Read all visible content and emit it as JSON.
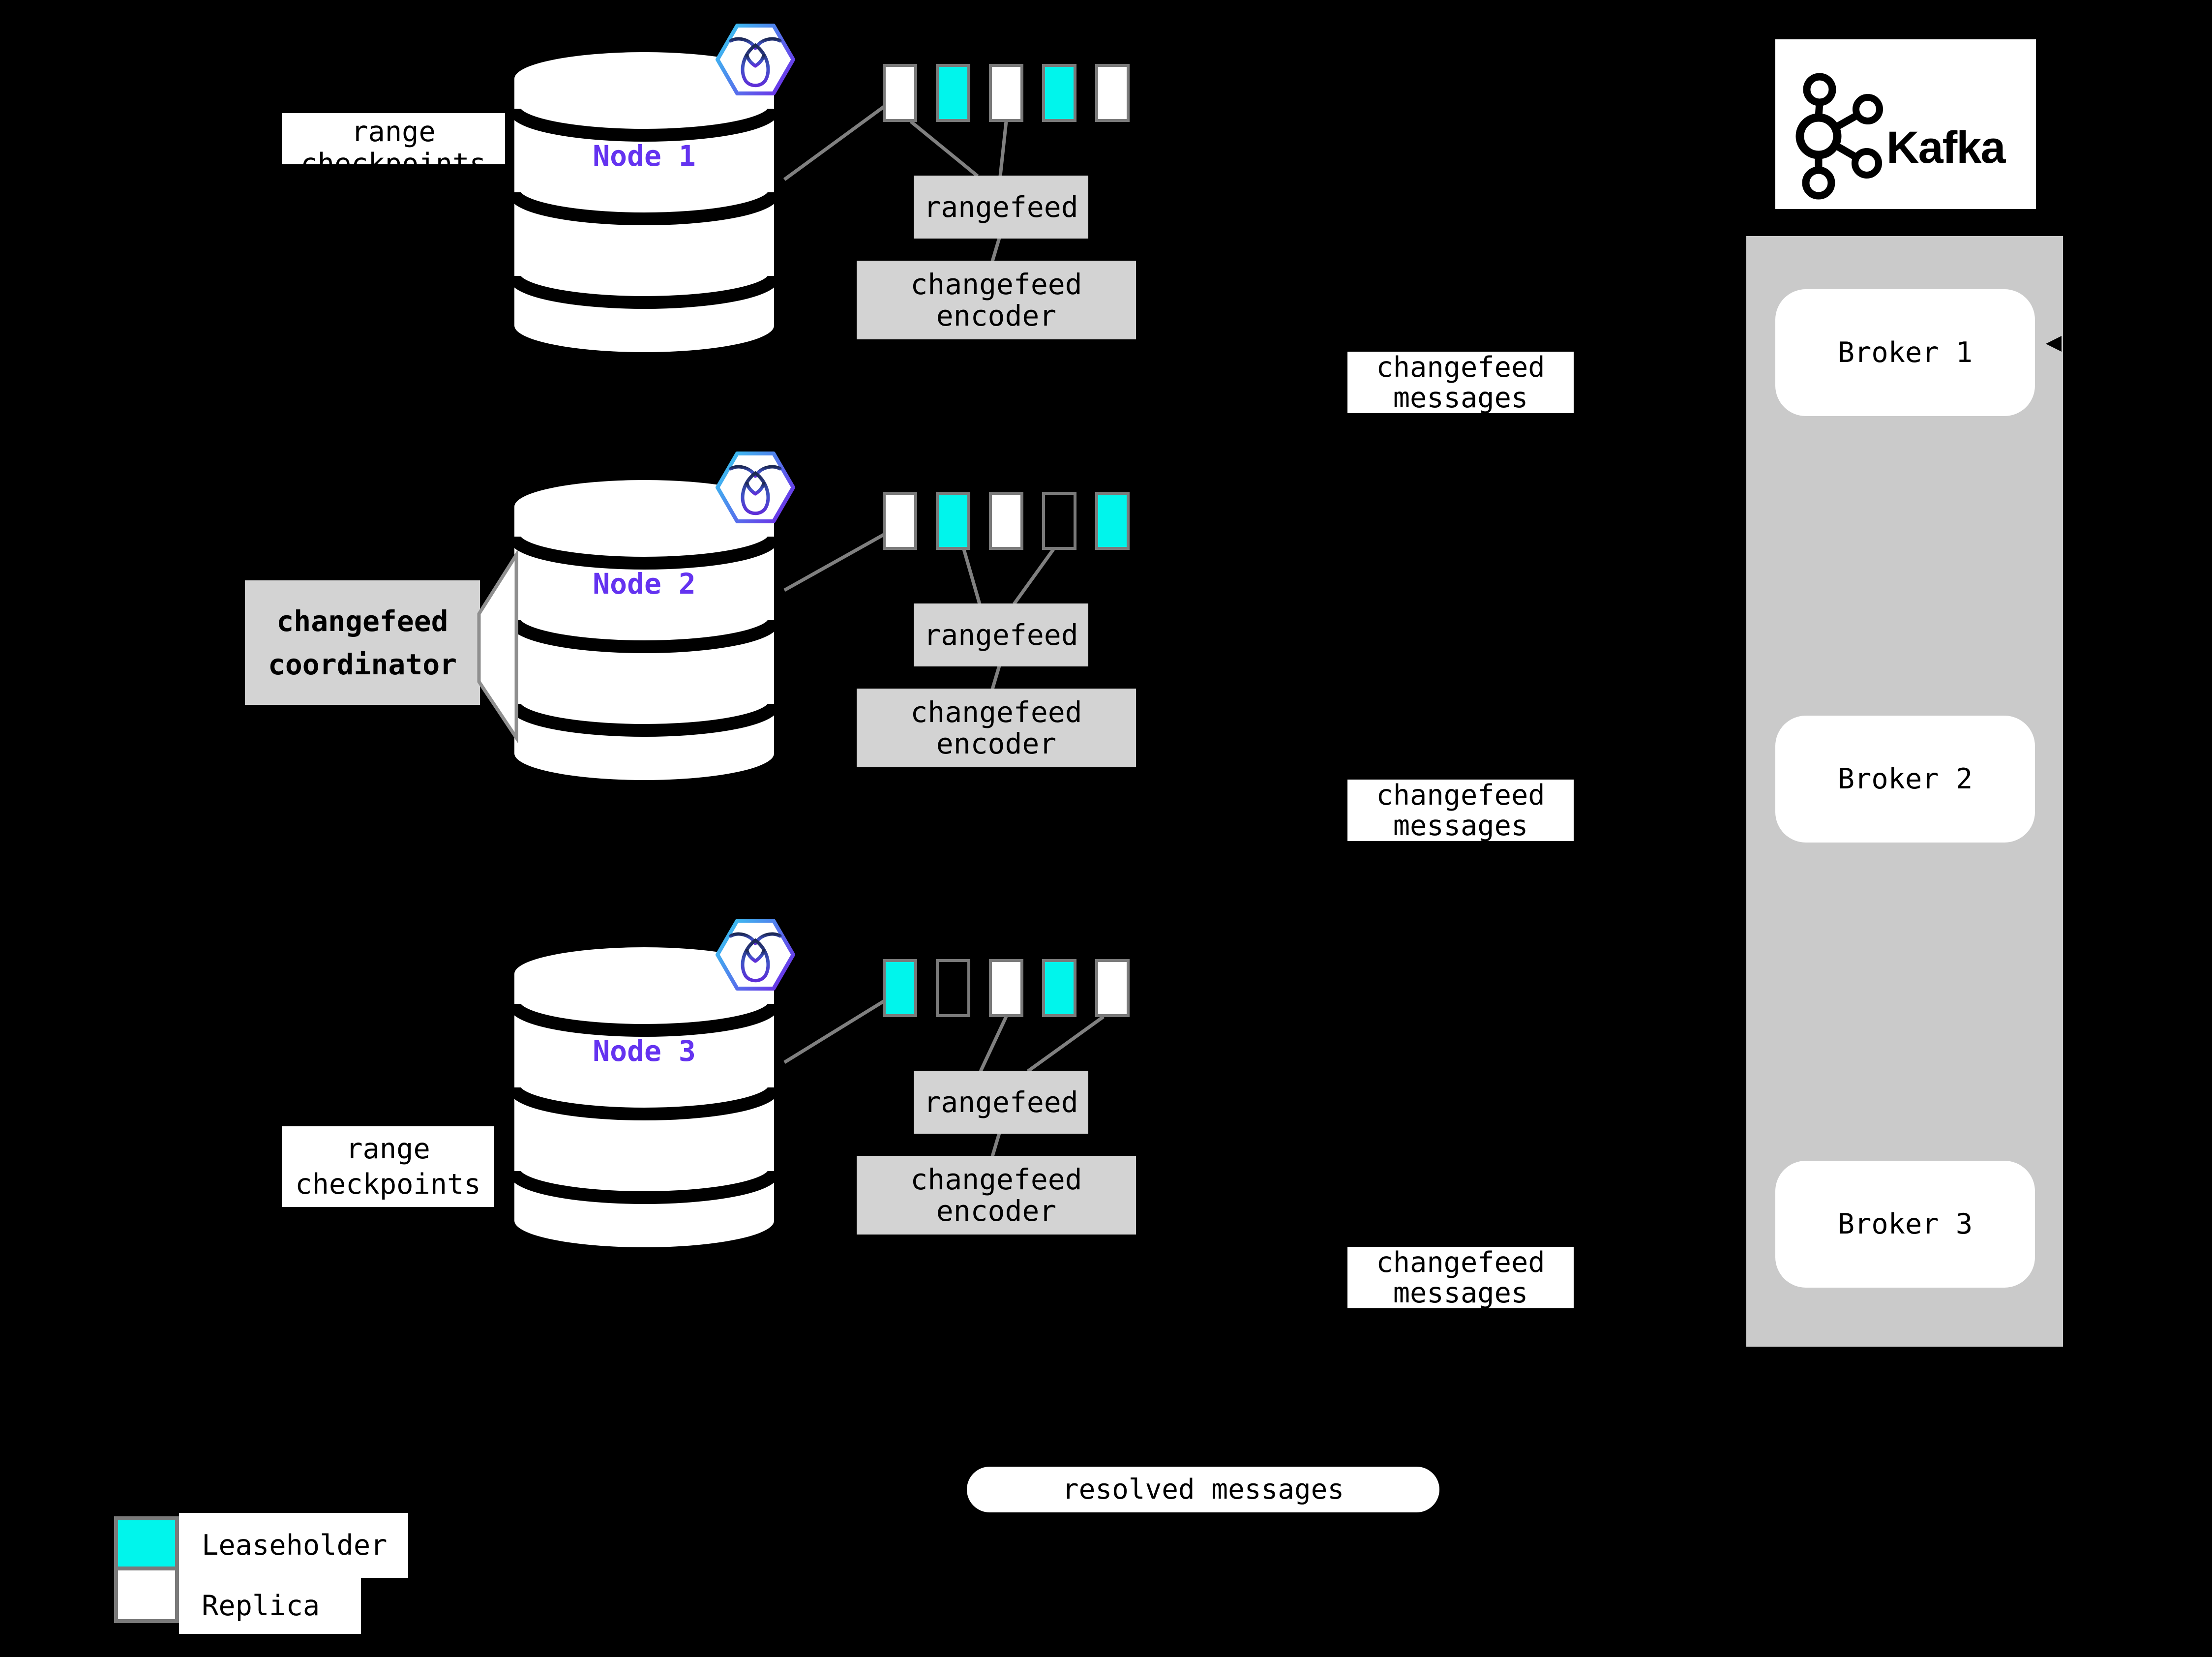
{
  "colors": {
    "background": "#000000",
    "leaseholder": "#00F5EC",
    "replica": "#FFFFFF",
    "box_gray": "#D3D3D3",
    "container_gray": "#CACACA",
    "line_gray": "#808080",
    "square_border": "#7A7A7A",
    "node_label": "#6433F0"
  },
  "nodes": [
    {
      "name": "Node 1",
      "ranges": [
        "replica",
        "leaseholder",
        "replica",
        "leaseholder",
        "replica"
      ],
      "rangefeed_label": "rangefeed",
      "encoder": [
        "changefeed",
        "encoder"
      ],
      "messages": [
        "changefeed",
        "messages"
      ]
    },
    {
      "name": "Node 2",
      "ranges": [
        "replica",
        "leaseholder",
        "replica",
        "empty",
        "leaseholder"
      ],
      "rangefeed_label": "rangefeed",
      "encoder": [
        "changefeed",
        "encoder"
      ],
      "messages": [
        "changefeed",
        "messages"
      ]
    },
    {
      "name": "Node 3",
      "ranges": [
        "leaseholder",
        "empty",
        "replica",
        "leaseholder",
        "replica"
      ],
      "rangefeed_label": "rangefeed",
      "encoder": [
        "changefeed",
        "encoder"
      ],
      "messages": [
        "changefeed",
        "messages"
      ]
    }
  ],
  "annotations": {
    "range_checkpoints": {
      "line1": "range",
      "line2": "checkpoints"
    },
    "coordinator": {
      "line1": "changefeed",
      "line2": "coordinator"
    },
    "resolved_messages": "resolved messages"
  },
  "kafka": {
    "wordmark": "Kafka",
    "brokers": [
      {
        "label": "Broker 1"
      },
      {
        "label": "Broker 2"
      },
      {
        "label": "Broker 3"
      }
    ]
  },
  "legend": {
    "items": [
      {
        "label": "Leaseholder",
        "kind": "leaseholder"
      },
      {
        "label": "Replica",
        "kind": "replica"
      }
    ]
  }
}
